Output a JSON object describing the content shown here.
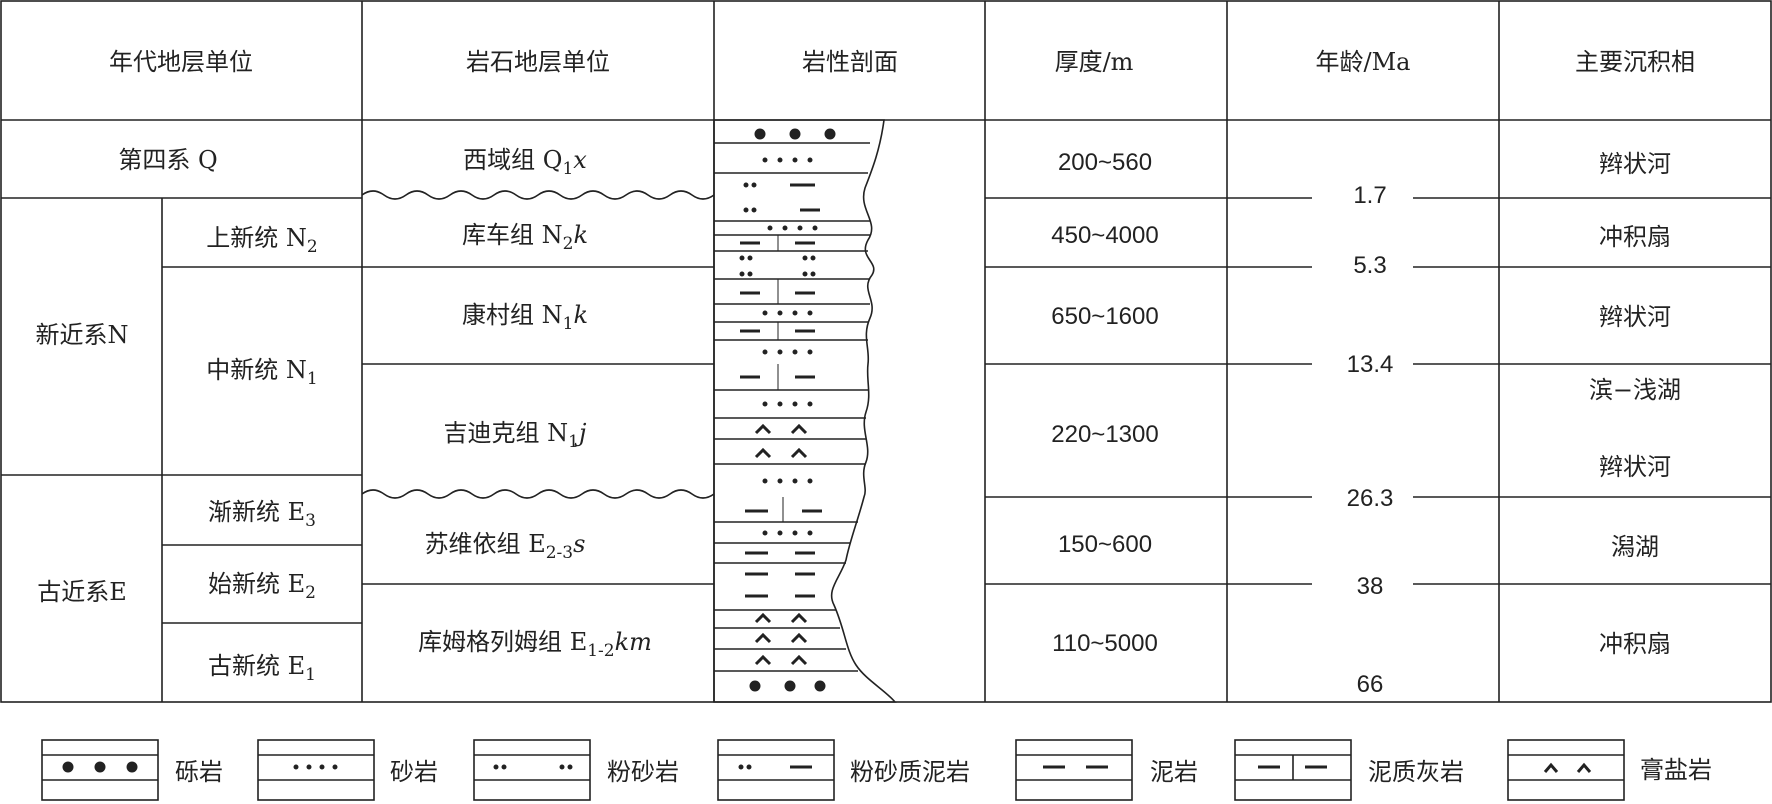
{
  "headers": [
    "年代地层单位",
    "岩石地层单位",
    "岩性剖面",
    "厚度/m",
    "年龄/Ma",
    "主要沉积相"
  ],
  "chrono": {
    "systems": [
      "第四系 Q",
      "新近系N",
      "古近系E"
    ],
    "series": [
      {
        "name": "上新统 N",
        "sub": "2"
      },
      {
        "name": "中新统 N",
        "sub": "1"
      },
      {
        "name": "渐新统 E",
        "sub": "3"
      },
      {
        "name": "始新统 E",
        "sub": "2"
      },
      {
        "name": "古新统 E",
        "sub": "1"
      }
    ]
  },
  "formations": [
    {
      "name": "西域组 Q",
      "sub": "1",
      "it": "x",
      "thickness": "200~560"
    },
    {
      "name": "库车组 N",
      "sub": "2",
      "it": "k",
      "thickness": "450~4000"
    },
    {
      "name": "康村组 N",
      "sub": "1",
      "it": "k",
      "thickness": "650~1600"
    },
    {
      "name": "吉迪克组 N",
      "sub": "1",
      "it": "j",
      "thickness": "220~1300"
    },
    {
      "name": "苏维依组 E",
      "sub": "2-3",
      "it": "s",
      "thickness": "150~600"
    },
    {
      "name": "库姆格列姆组 E",
      "sub": "1-2",
      "it": "km",
      "thickness": "110~5000"
    }
  ],
  "ages": [
    "1.7",
    "5.3",
    "13.4",
    "26.3",
    "38",
    "66"
  ],
  "facies": [
    "辫状河",
    "冲积扇",
    "辫状河",
    "滨−浅湖",
    "辫状河",
    "潟湖",
    "冲积扇"
  ],
  "legend": [
    "砾岩",
    "砂岩",
    "粉砂岩",
    "粉砂质泥岩",
    "泥岩",
    "泥质灰岩",
    "膏盐岩"
  ]
}
